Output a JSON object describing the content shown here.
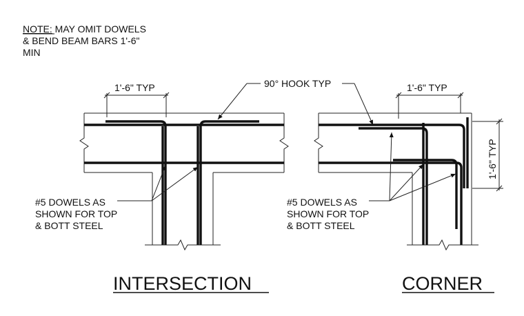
{
  "note": {
    "prefix": "NOTE:",
    "line1_rest": " MAY OMIT DOWELS",
    "line2": "& BEND BEAM BARS 1'-6\"",
    "line3": "MIN"
  },
  "labels": {
    "hook": "90° HOOK TYP",
    "dim_intersection": "1'-6\" TYP",
    "dim_corner_top": "1'-6\" TYP",
    "dim_corner_side": "1'-6\" TYP",
    "dowels_left": [
      "#5 DOWELS AS",
      "SHOWN FOR TOP",
      "& BOTT STEEL"
    ],
    "dowels_right": [
      "#5 DOWELS AS",
      "SHOWN FOR TOP",
      "& BOTT STEEL"
    ]
  },
  "titles": {
    "intersection": "INTERSECTION",
    "corner": "CORNER"
  }
}
